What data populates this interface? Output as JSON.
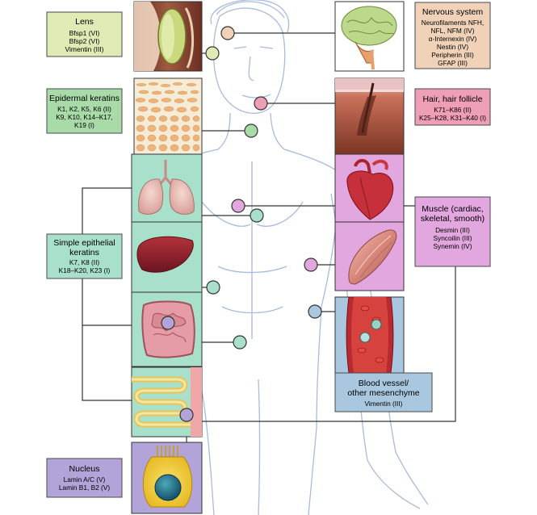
{
  "colors": {
    "lens": "#dfeab4",
    "nervous": "#f0d2b8",
    "epidermal": "#a8dba8",
    "hair": "#ef9fb5",
    "simple": "#a8e0cc",
    "muscle": "#e3a7df",
    "blood": "#a9c7df",
    "nucleus": "#b2a4d8",
    "line": "#333333",
    "figure": "#9fb3da"
  },
  "labels": {
    "lens": {
      "title": "Lens",
      "lines": [
        "Bfsp1 (VI)",
        "Bfsp2 (VI)",
        "Vimentin (III)"
      ]
    },
    "nervous": {
      "title": "Nervous system",
      "lines": [
        "Neurofilaments NFH,",
        "NFL, NFM (IV)",
        "α-Internexin (IV)",
        "Nestin (IV)",
        "Peripherin (III)",
        "GFAP (III)"
      ]
    },
    "epidermal": {
      "title": "Epidermal keratins",
      "lines": [
        "K1, K2, K5, K6 (II)",
        "K9, K10, K14–K17,",
        "K19 (I)"
      ]
    },
    "hair": {
      "title": "Hair, hair follicle",
      "lines": [
        "K71–K86 (II)",
        "K25–K28, K31–K40 (I)"
      ]
    },
    "simple": {
      "title": "Simple epithelial",
      "title2": "keratins",
      "lines": [
        "K7, K8 (II)",
        "K18–K20, K23 (I)"
      ]
    },
    "muscle": {
      "title": "Muscle (cardiac,",
      "title2": "skeletal, smooth)",
      "lines": [
        "Desmin (III)",
        "Syncoilin (III)",
        "Synemin (IV)"
      ]
    },
    "blood": {
      "title": "Blood vessel/",
      "title2": "other mesenchyme",
      "lines": [
        "Vimentin (III)"
      ]
    },
    "nucleus": {
      "title": "Nucleus",
      "lines": [
        "Lamin A/C (V)",
        "Lamin B1, B2 (V)"
      ]
    }
  }
}
